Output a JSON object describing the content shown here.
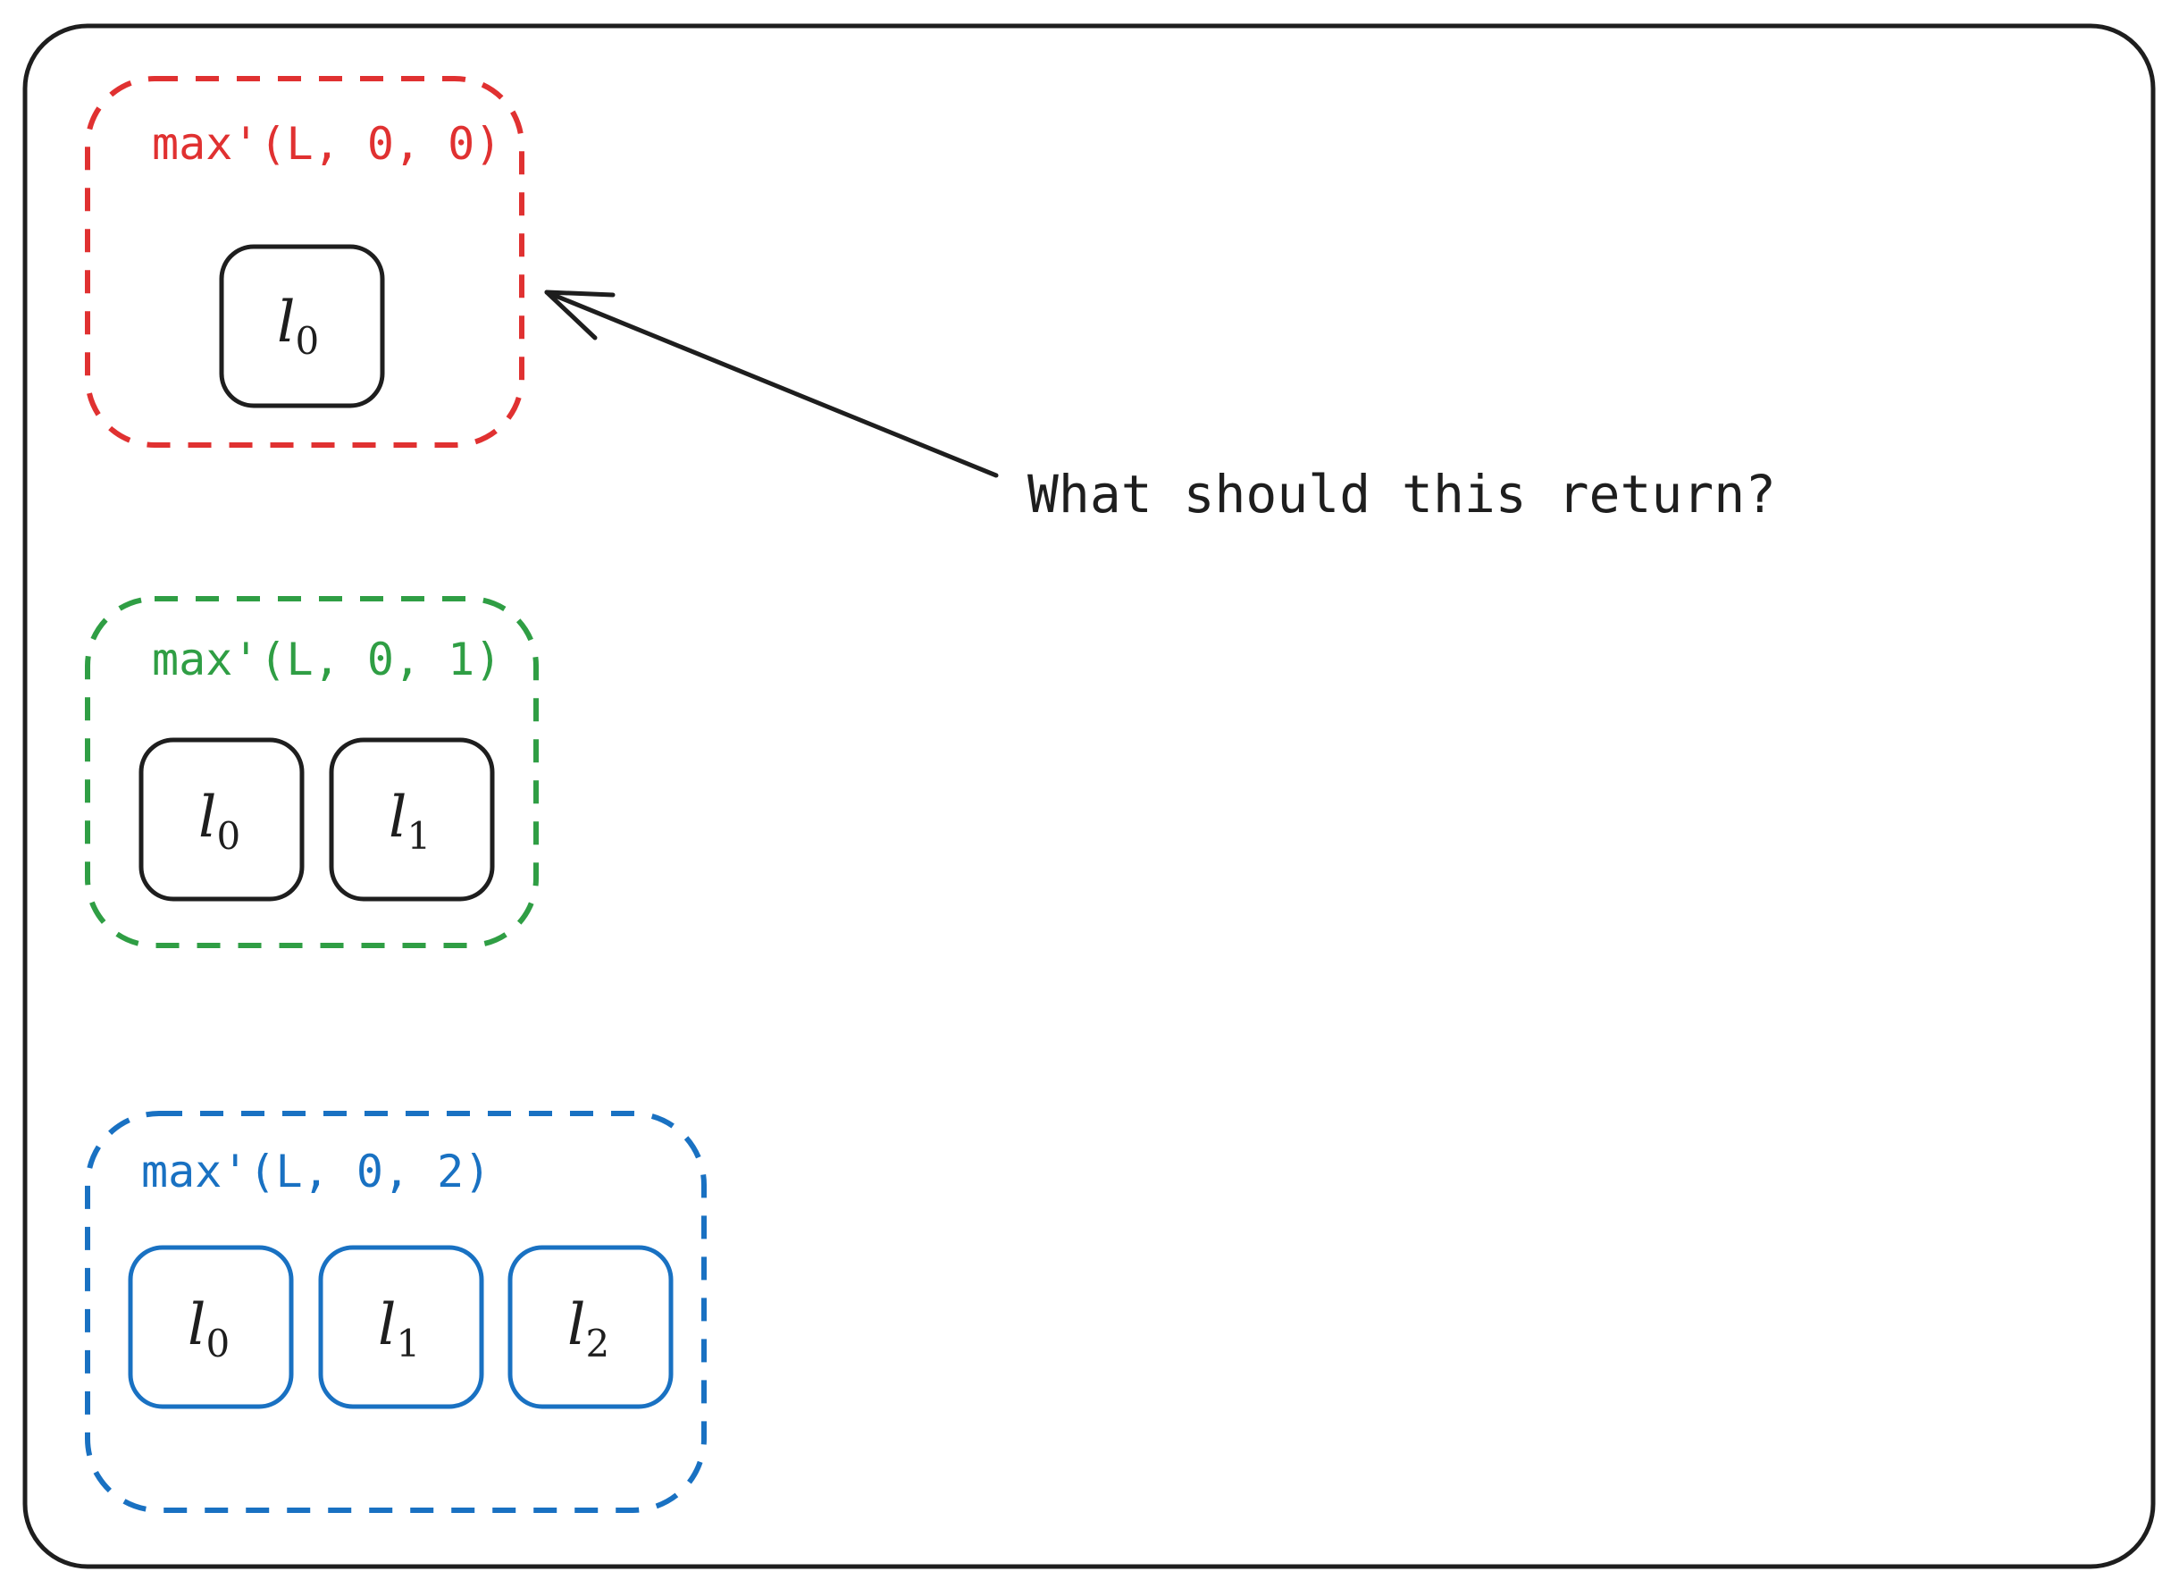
{
  "colors": {
    "frame": "#1e1e1e",
    "red": "#e03131",
    "green": "#2f9e44",
    "blue": "#1971c2",
    "ink": "#1e1e1e"
  },
  "groups": [
    {
      "label": "max'(L, 0, 0)",
      "color": "red",
      "cells": [
        {
          "var": "l",
          "sub": "0"
        }
      ]
    },
    {
      "label": "max'(L, 0, 1)",
      "color": "green",
      "cells": [
        {
          "var": "l",
          "sub": "0"
        },
        {
          "var": "l",
          "sub": "1"
        }
      ]
    },
    {
      "label": "max'(L, 0, 2)",
      "color": "blue",
      "cells": [
        {
          "var": "l",
          "sub": "0"
        },
        {
          "var": "l",
          "sub": "1"
        },
        {
          "var": "l",
          "sub": "2"
        }
      ]
    }
  ],
  "annotation": {
    "text": "What should this return?"
  }
}
